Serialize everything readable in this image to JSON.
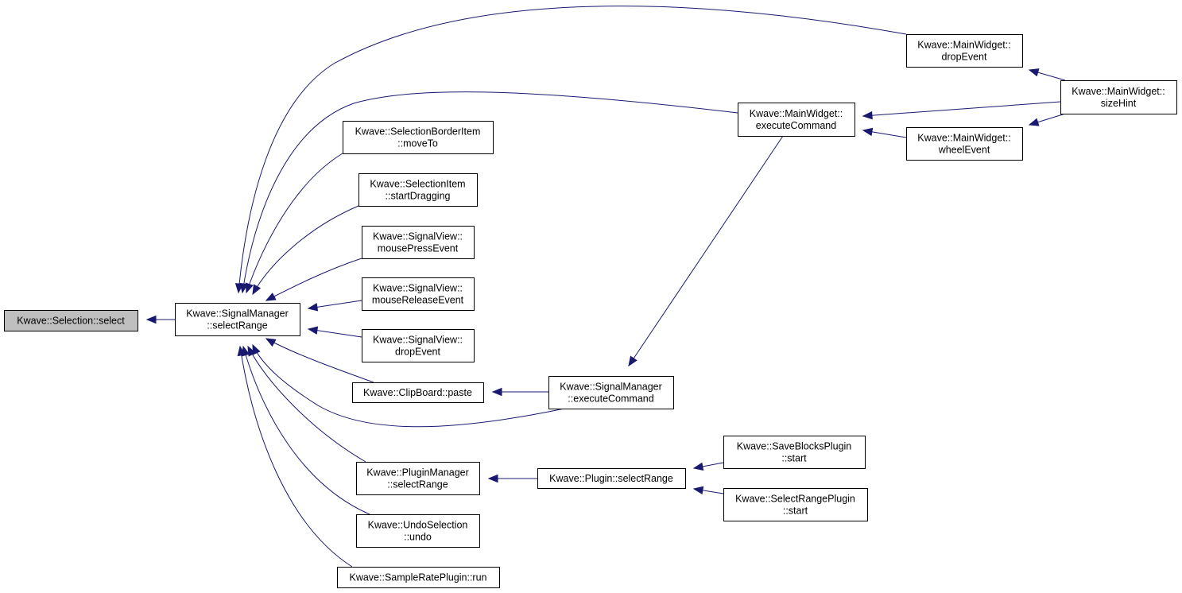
{
  "graph": {
    "nodes": {
      "selection_select": [
        "Kwave::Selection::select"
      ],
      "sm_selectRange": [
        "Kwave::SignalManager",
        "::selectRange"
      ],
      "sbi_moveTo": [
        "Kwave::SelectionBorderItem",
        "::moveTo"
      ],
      "si_startDragging": [
        "Kwave::SelectionItem",
        "::startDragging"
      ],
      "sv_mousePress": [
        "Kwave::SignalView::",
        "mousePressEvent"
      ],
      "sv_mouseRelease": [
        "Kwave::SignalView::",
        "mouseReleaseEvent"
      ],
      "sv_drop": [
        "Kwave::SignalView::",
        "dropEvent"
      ],
      "cb_paste": [
        "Kwave::ClipBoard::paste"
      ],
      "pm_selectRange": [
        "Kwave::PluginManager",
        "::selectRange"
      ],
      "undo_sel": [
        "Kwave::UndoSelection",
        "::undo"
      ],
      "srp_run": [
        "Kwave::SampleRatePlugin::run"
      ],
      "mw_executeCommand": [
        "Kwave::MainWidget::",
        "executeCommand"
      ],
      "sm_executeCommand": [
        "Kwave::SignalManager",
        "::executeCommand"
      ],
      "plugin_selectRange": [
        "Kwave::Plugin::selectRange"
      ],
      "mw_dropEvent": [
        "Kwave::MainWidget::",
        "dropEvent"
      ],
      "mw_wheelEvent": [
        "Kwave::MainWidget::",
        "wheelEvent"
      ],
      "mw_sizeHint": [
        "Kwave::MainWidget::",
        "sizeHint"
      ],
      "sbp_start": [
        "Kwave::SaveBlocksPlugin",
        "::start"
      ],
      "selrp_start": [
        "Kwave::SelectRangePlugin",
        "::start"
      ]
    },
    "edges": [
      [
        "sm_selectRange",
        "selection_select"
      ],
      [
        "mw_dropEvent",
        "sm_selectRange"
      ],
      [
        "mw_executeCommand",
        "sm_selectRange"
      ],
      [
        "sbi_moveTo",
        "sm_selectRange"
      ],
      [
        "si_startDragging",
        "sm_selectRange"
      ],
      [
        "sv_mousePress",
        "sm_selectRange"
      ],
      [
        "sv_mouseRelease",
        "sm_selectRange"
      ],
      [
        "sv_drop",
        "sm_selectRange"
      ],
      [
        "cb_paste",
        "sm_selectRange"
      ],
      [
        "sm_executeCommand",
        "sm_selectRange"
      ],
      [
        "pm_selectRange",
        "sm_selectRange"
      ],
      [
        "undo_sel",
        "sm_selectRange"
      ],
      [
        "srp_run",
        "sm_selectRange"
      ],
      [
        "mw_sizeHint",
        "mw_dropEvent"
      ],
      [
        "mw_sizeHint",
        "mw_executeCommand"
      ],
      [
        "mw_wheelEvent",
        "mw_executeCommand"
      ],
      [
        "mw_sizeHint",
        "mw_wheelEvent"
      ],
      [
        "mw_executeCommand",
        "sm_executeCommand"
      ],
      [
        "sm_executeCommand",
        "cb_paste"
      ],
      [
        "plugin_selectRange",
        "pm_selectRange"
      ],
      [
        "sbp_start",
        "plugin_selectRange"
      ],
      [
        "selrp_start",
        "plugin_selectRange"
      ]
    ]
  },
  "colors": {
    "edge": "#191970",
    "root_fill": "#bfbfbf",
    "node_fill": "#ffffff",
    "node_border": "#000000"
  }
}
